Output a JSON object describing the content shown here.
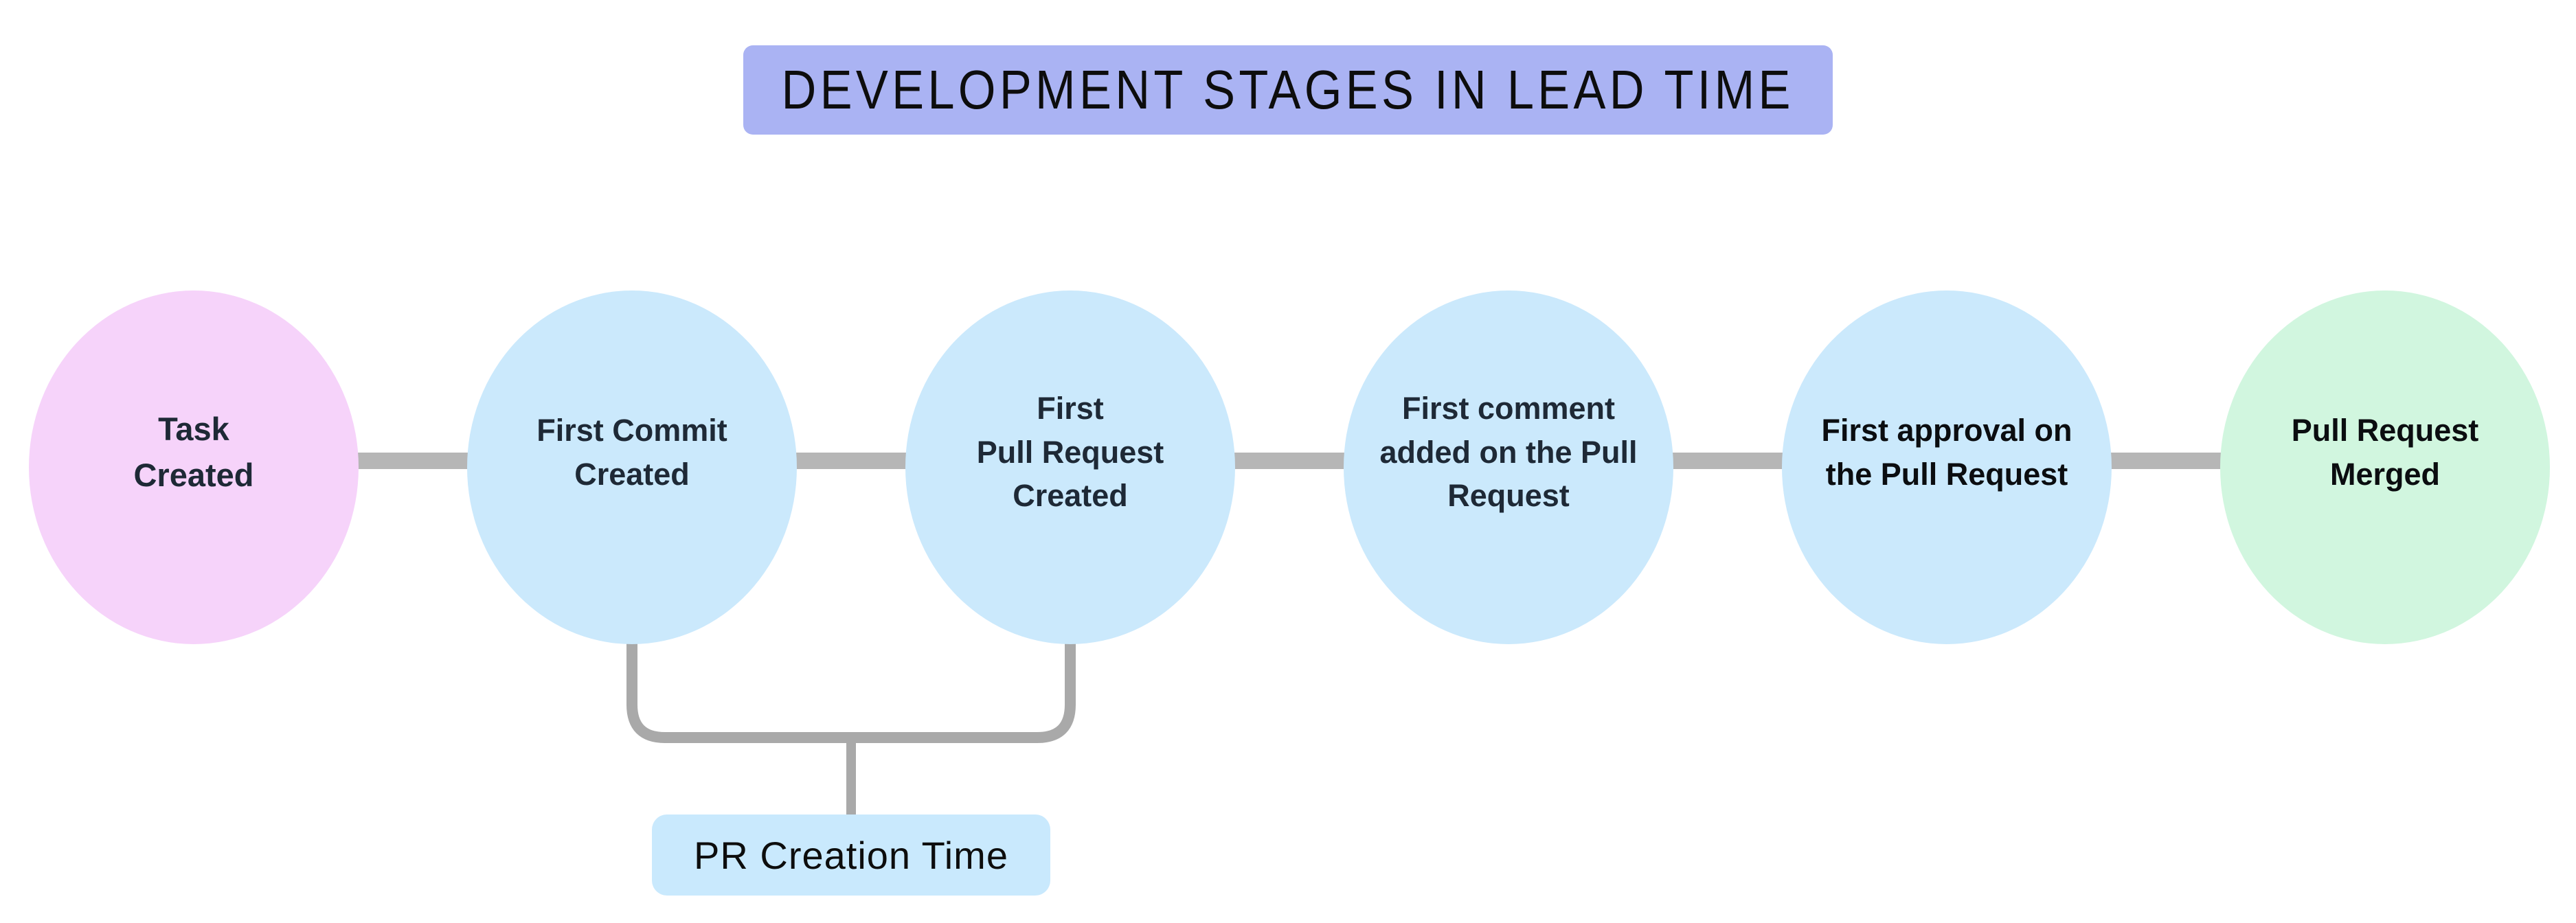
{
  "title": {
    "text": "DEVELOPMENT STAGES IN LEAD TIME",
    "bg": "#aab3f3",
    "text_color": "#0d0d0d"
  },
  "nodes": [
    {
      "label": "Task\nCreated",
      "fill": "#f6d3fa",
      "text_color": "#1e2936"
    },
    {
      "label": "First Commit\nCreated",
      "fill": "#cbe9fc",
      "text_color": "#1e2936"
    },
    {
      "label": "First\nPull Request\nCreated",
      "fill": "#cbe9fc",
      "text_color": "#1e2936"
    },
    {
      "label": "First comment\nadded on the Pull\nRequest",
      "fill": "#cbe9fc",
      "text_color": "#1e2936"
    },
    {
      "label": "First approval on\nthe Pull Request",
      "fill": "#cbe9fc",
      "text_color": "#0b0d10"
    },
    {
      "label": "Pull Request\nMerged",
      "fill": "#d1f6df",
      "text_color": "#0b0d10"
    }
  ],
  "annotation": {
    "text": "PR Creation Time",
    "bg": "#c9e9fd",
    "text_color": "#0d0d0d"
  },
  "colors": {
    "background": "#ffffff",
    "connector": "#b6b6b6",
    "bracket": "#a9a9a9"
  }
}
